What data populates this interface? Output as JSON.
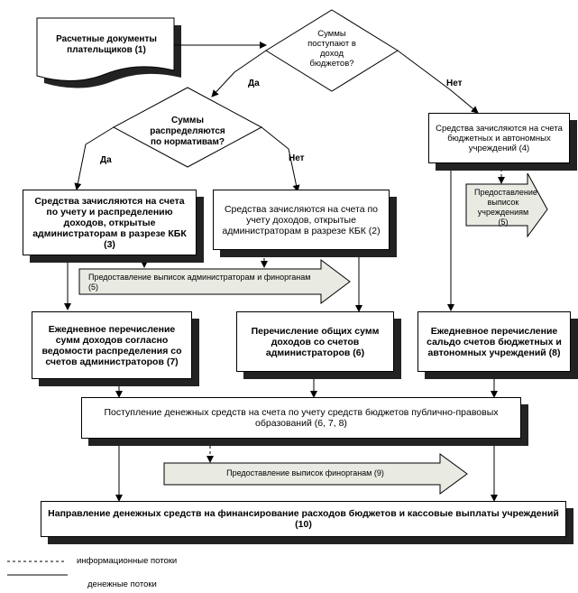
{
  "nodes": {
    "payment_docs": "Расчетные документы плательщиков (1)",
    "q_receipts": "Суммы поступают в доход бюджетов?",
    "q_distribution": "Суммы распределяются по нормативам?",
    "budget_institutions": "Средства зачисляются на счета бюджетных и автономных учреждений (4)",
    "kbk_distribution": "Средства зачисляются на счета по учету и распределению доходов, открытые администраторам в разрезе КБК (3)",
    "kbk_admin": "Средства зачисляются на счета по учету доходов, открытые администраторам в разрезе КБК (2)",
    "daily_transfer": "Ежедневное перечисление сумм доходов согласно ведомости распределения со счетов администраторов (7)",
    "total_transfer": "Перечисление общих сумм доходов со счетов администраторов (6)",
    "daily_balance": "Ежедневное перечисление сальдо счетов бюджетных и автономных учреждений (8)",
    "receipt_funds": "Поступление денежных средств на счета по учету средств бюджетов публично-правовых образований (6, 7, 8)",
    "financing": "Направление денежных средств на финансирование расходов бюджетов и кассовые выплаты учреждений (10)"
  },
  "arrows": {
    "statements_admin": "Предоставление выписок администраторам и финорганам (5)",
    "statements_inst": "Предоставление выписок учреждениям (5)",
    "statements_fin": "Предоставление выписок финорганам (9)"
  },
  "labels": {
    "yes": "Да",
    "no": "Нет"
  },
  "legend": {
    "info": "информационные потоки",
    "money": "денежные потоки"
  }
}
